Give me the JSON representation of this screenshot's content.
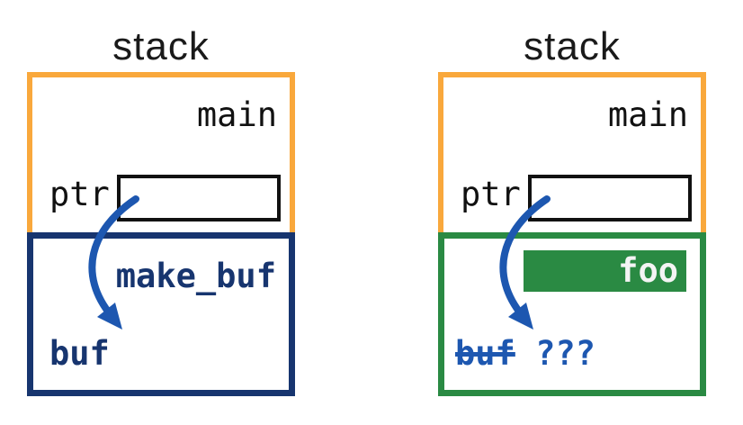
{
  "colors": {
    "orange": "#F9A83C",
    "navy": "#17356F",
    "blue": "#1D57B0",
    "green": "#2A8A43",
    "white-text": "#F4F4F4",
    "ink": "#111111"
  },
  "panels": [
    {
      "title": "stack",
      "main_label": "main",
      "ptr_label": "ptr",
      "ptr_value": "",
      "callee_label": "make_buf",
      "var_label": "buf"
    },
    {
      "title": "stack",
      "main_label": "main",
      "ptr_label": "ptr",
      "ptr_value": "",
      "callee_label": "foo",
      "var_label": "buf",
      "var_unknown": "???"
    }
  ]
}
